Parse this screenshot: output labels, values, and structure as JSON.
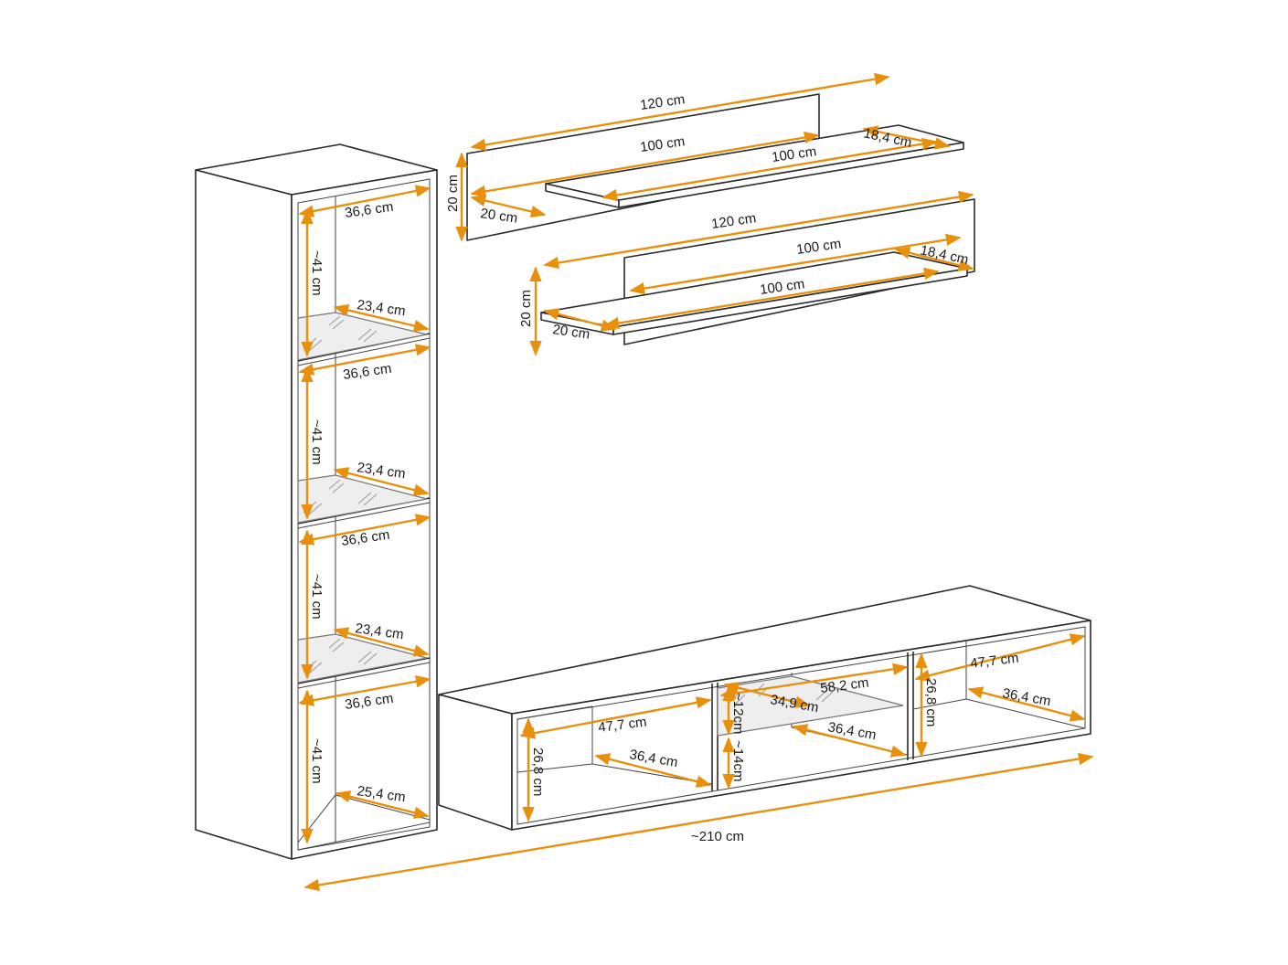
{
  "diagram": {
    "accent_color": "#e8900c",
    "line_color": "#2a2a2a",
    "labels": {
      "shelf1_length": "120 cm",
      "shelf1_inner_length": "100 cm",
      "shelf1_board_length": "100 cm",
      "shelf1_board_depth": "18,4 cm",
      "shelf1_height": "20 cm",
      "shelf1_depth": "20 cm",
      "shelf2_length": "120 cm",
      "shelf2_inner_length": "100 cm",
      "shelf2_board_length": "100 cm",
      "shelf2_board_depth": "18,4 cm",
      "shelf2_height": "20 cm",
      "shelf2_depth": "20 cm",
      "cab_width_1": "36,6 cm",
      "cab_width_2": "36,6 cm",
      "cab_width_3": "36,6 cm",
      "cab_width_4": "36,6 cm",
      "cab_height_1": "~41 cm",
      "cab_height_2": "~41 cm",
      "cab_height_3": "~41 cm",
      "cab_height_4": "~41 cm",
      "cab_glass_1": "23,4 cm",
      "cab_glass_2": "23,4 cm",
      "cab_glass_3": "23,4 cm",
      "cab_bottom_depth": "25,4 cm",
      "tv_left_width": "47,7 cm",
      "tv_left_depth": "36,4 cm",
      "tv_left_height": "26,8 cm",
      "tv_mid_width": "58,2 cm",
      "tv_mid_glass": "34,9 cm",
      "tv_mid_depth": "36,4 cm",
      "tv_mid_upper": "~12cm",
      "tv_mid_lower": "~14cm",
      "tv_right_width": "47,7 cm",
      "tv_right_depth": "36,4 cm",
      "tv_right_height": "26,8 cm",
      "total_width": "~210 cm"
    }
  }
}
